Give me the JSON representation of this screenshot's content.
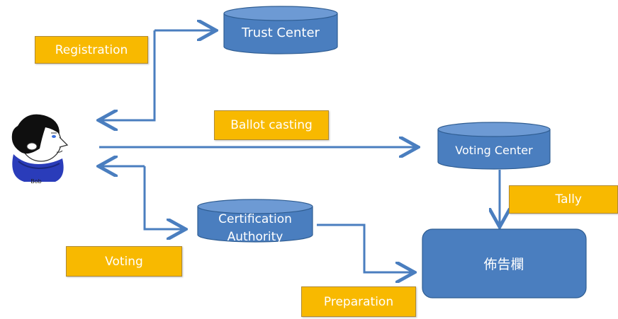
{
  "diagram": {
    "nodes": {
      "trust_center": "Trust Center",
      "voting_center": "Voting Center",
      "certification_authority_line1": "Certification",
      "certification_authority_line2": "Authority",
      "bulletin_board": "佈告欄"
    },
    "labels": {
      "registration": "Registration",
      "ballot_casting": "Ballot casting",
      "tally": "Tally",
      "voting": "Voting",
      "preparation": "Preparation"
    },
    "actor": {
      "name": "Bob"
    },
    "colors": {
      "node_fill": "#4a7ebf",
      "node_top": "#6d9ad4",
      "node_border": "#2f5d92",
      "label_fill": "#f8b900",
      "arrow": "#4a7ebf"
    }
  }
}
